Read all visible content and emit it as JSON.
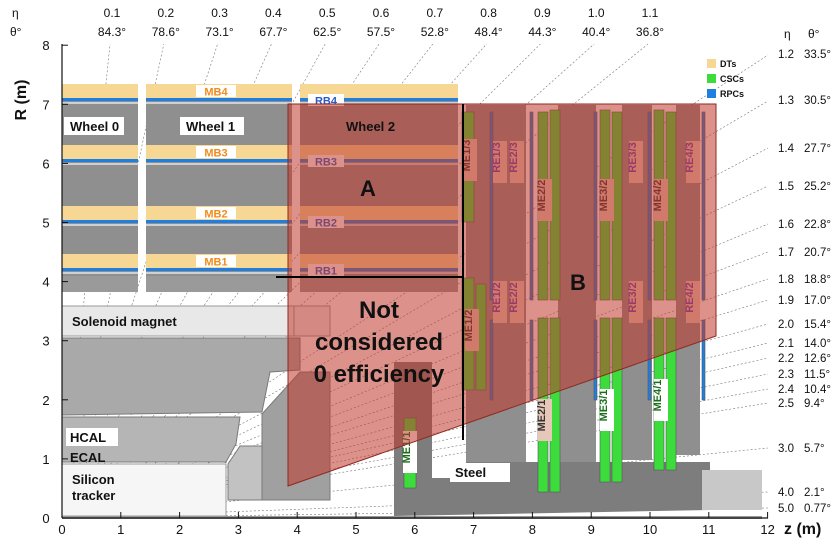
{
  "axes": {
    "x_label": "z (m)",
    "y_label": "R (m)",
    "x_ticks": [
      "0",
      "1",
      "2",
      "3",
      "4",
      "5",
      "6",
      "7",
      "8",
      "9",
      "10",
      "11",
      "12"
    ],
    "y_ticks": [
      "0",
      "1",
      "2",
      "3",
      "4",
      "5",
      "6",
      "7",
      "8"
    ]
  },
  "top_scale": {
    "eta_symbol": "η",
    "theta_symbol": "θ°",
    "eta": [
      "0.1",
      "0.2",
      "0.3",
      "0.4",
      "0.5",
      "0.6",
      "0.7",
      "0.8",
      "0.9",
      "1.0",
      "1.1"
    ],
    "theta": [
      "84.3°",
      "78.6°",
      "73.1°",
      "67.7°",
      "62.5°",
      "57.5°",
      "52.8°",
      "48.4°",
      "44.3°",
      "40.4°",
      "36.8°"
    ]
  },
  "right_scale": {
    "eta_symbol": "η",
    "theta_symbol": "θ°",
    "eta": [
      "1.2",
      "1.3",
      "1.4",
      "1.5",
      "1.6",
      "1.7",
      "1.8",
      "1.9",
      "2.0",
      "2.1",
      "2.2",
      "2.3",
      "2.4",
      "2.5",
      "3.0",
      "4.0",
      "5.0"
    ],
    "theta": [
      "33.5°",
      "30.5°",
      "27.7°",
      "25.2°",
      "22.8°",
      "20.7°",
      "18.8°",
      "17.0°",
      "15.4°",
      "14.0°",
      "12.6°",
      "11.5°",
      "10.4°",
      "9.4°",
      "5.7°",
      "2.1°",
      "0.77°"
    ]
  },
  "legend": [
    {
      "label": "DTs",
      "color": "#f7d794"
    },
    {
      "label": "CSCs",
      "color": "#3ddc3d"
    },
    {
      "label": "RPCs",
      "color": "#1f7fe0"
    }
  ],
  "wheels": [
    "Wheel 0",
    "Wheel 1",
    "Wheel 2"
  ],
  "barrel_dt": [
    "MB4",
    "MB3",
    "MB2",
    "MB1"
  ],
  "barrel_rpc": [
    "RB4",
    "RB3",
    "RB2",
    "RB1"
  ],
  "endcap_csc": [
    "ME1/1",
    "ME1/2",
    "ME1/3",
    "ME2/1",
    "ME2/2",
    "ME3/1",
    "ME3/2",
    "ME4/1",
    "ME4/2"
  ],
  "endcap_rpc": [
    "RE1/2",
    "RE1/3",
    "RE2/2",
    "RE2/3",
    "RE3/2",
    "RE3/3",
    "RE4/2",
    "RE4/3"
  ],
  "subsystems": {
    "solenoid": "Solenoid magnet",
    "hcal": "HCAL",
    "ecal": "ECAL",
    "tracker_line1": "Silicon",
    "tracker_line2": "tracker",
    "steel": "Steel"
  },
  "regions": {
    "a": "A",
    "b": "B",
    "nc_line1": "Not",
    "nc_line2": "considered",
    "nc_line3": "0 efficiency"
  },
  "colors": {
    "dt": "#f7d794",
    "csc": "#3ddc3d",
    "rpc": "#1f7fe0",
    "iron": "#8a8a8a",
    "overlay": "#c0392b",
    "mb_text": "#f28b1c",
    "rb_text": "#2a5cc8",
    "re_text": "#6a3cb0"
  }
}
